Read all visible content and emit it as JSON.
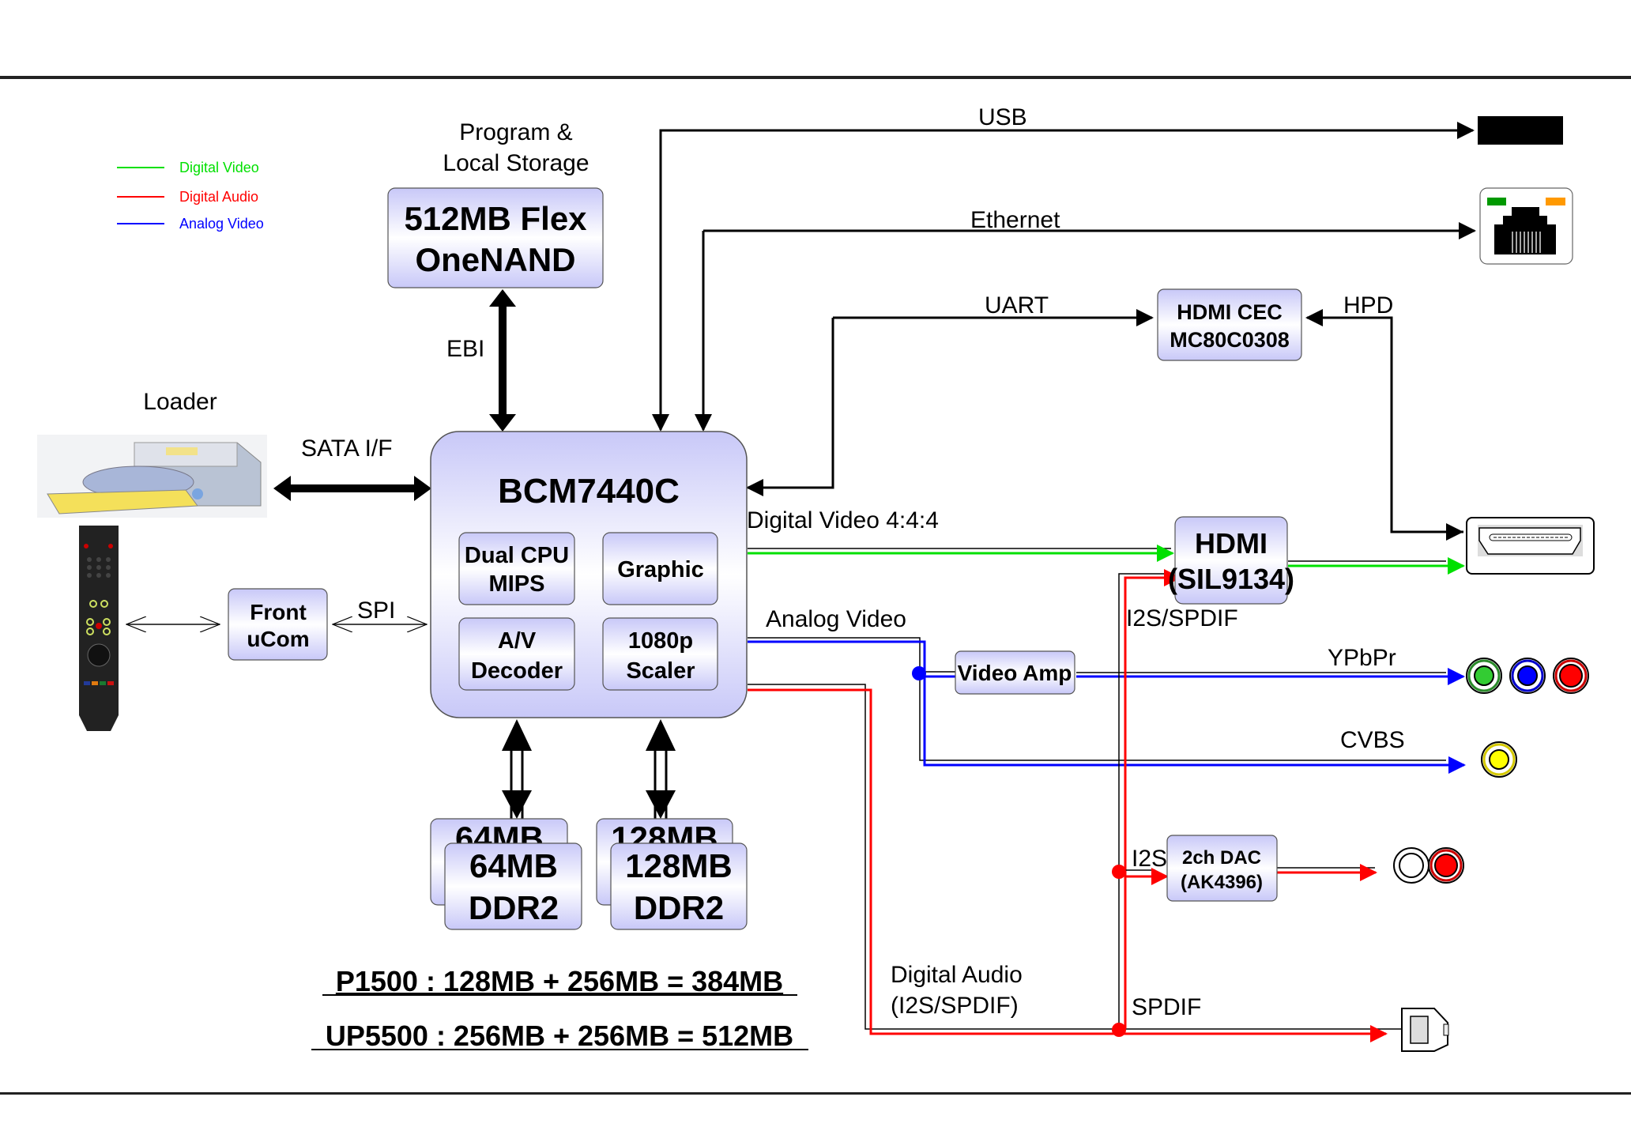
{
  "legend": [
    {
      "label": "Digital Video",
      "color": "#00e000"
    },
    {
      "label": "Digital Audio",
      "color": "#ff0000"
    },
    {
      "label": "Analog Video",
      "color": "#0000ff"
    }
  ],
  "nand": {
    "caption_line1": "Program &",
    "caption_line2": "Local Storage",
    "line1": "512MB Flex",
    "line2": "OneNAND",
    "bus": "EBI"
  },
  "loader": {
    "caption": "Loader",
    "bus": "SATA I/F"
  },
  "front": {
    "line1": "Front",
    "line2": "uCom",
    "bus": "SPI"
  },
  "soc": {
    "title": "BCM7440C",
    "blocks": [
      {
        "line1": "Dual CPU",
        "line2": "MIPS"
      },
      {
        "line1": "Graphic",
        "line2": ""
      },
      {
        "line1": "A/V",
        "line2": "Decoder"
      },
      {
        "line1": "1080p",
        "line2": "Scaler"
      }
    ]
  },
  "memory": [
    {
      "line1": "64MB",
      "line2": "DDR2"
    },
    {
      "line1": "128MB",
      "line2": "DDR2"
    }
  ],
  "config_notes": [
    "P1500 : 128MB + 256MB = 384MB",
    "UP5500 : 256MB + 256MB = 512MB"
  ],
  "signals": {
    "usb": "USB",
    "ethernet": "Ethernet",
    "uart": "UART",
    "hpd": "HPD",
    "digital_video": "Digital Video 4:4:4",
    "analog_video": "Analog Video",
    "i2s_spdif": "I2S/SPDIF",
    "ypbpr": "YPbPr",
    "cvbs": "CVBS",
    "i2s": "I2S",
    "spdif": "SPDIF",
    "digital_audio_line1": "Digital Audio",
    "digital_audio_line2": "(I2S/SPDIF)"
  },
  "hdmi_cec": {
    "line1": "HDMI CEC",
    "line2": "MC80C0308"
  },
  "hdmi_tx": {
    "line1": "HDMI",
    "line2": "(SIL9134)"
  },
  "video_amp": {
    "label": "Video Amp"
  },
  "dac": {
    "line1": "2ch DAC",
    "line2": "(AK4396)"
  },
  "colors": {
    "block_top": "#c8c8f8",
    "block_mid": "#ffffff",
    "digital_video": "#00e000",
    "digital_audio": "#ff0000",
    "analog_video": "#0000ff",
    "eth_led_green": "#009900",
    "eth_led_orange": "#ff9900"
  }
}
